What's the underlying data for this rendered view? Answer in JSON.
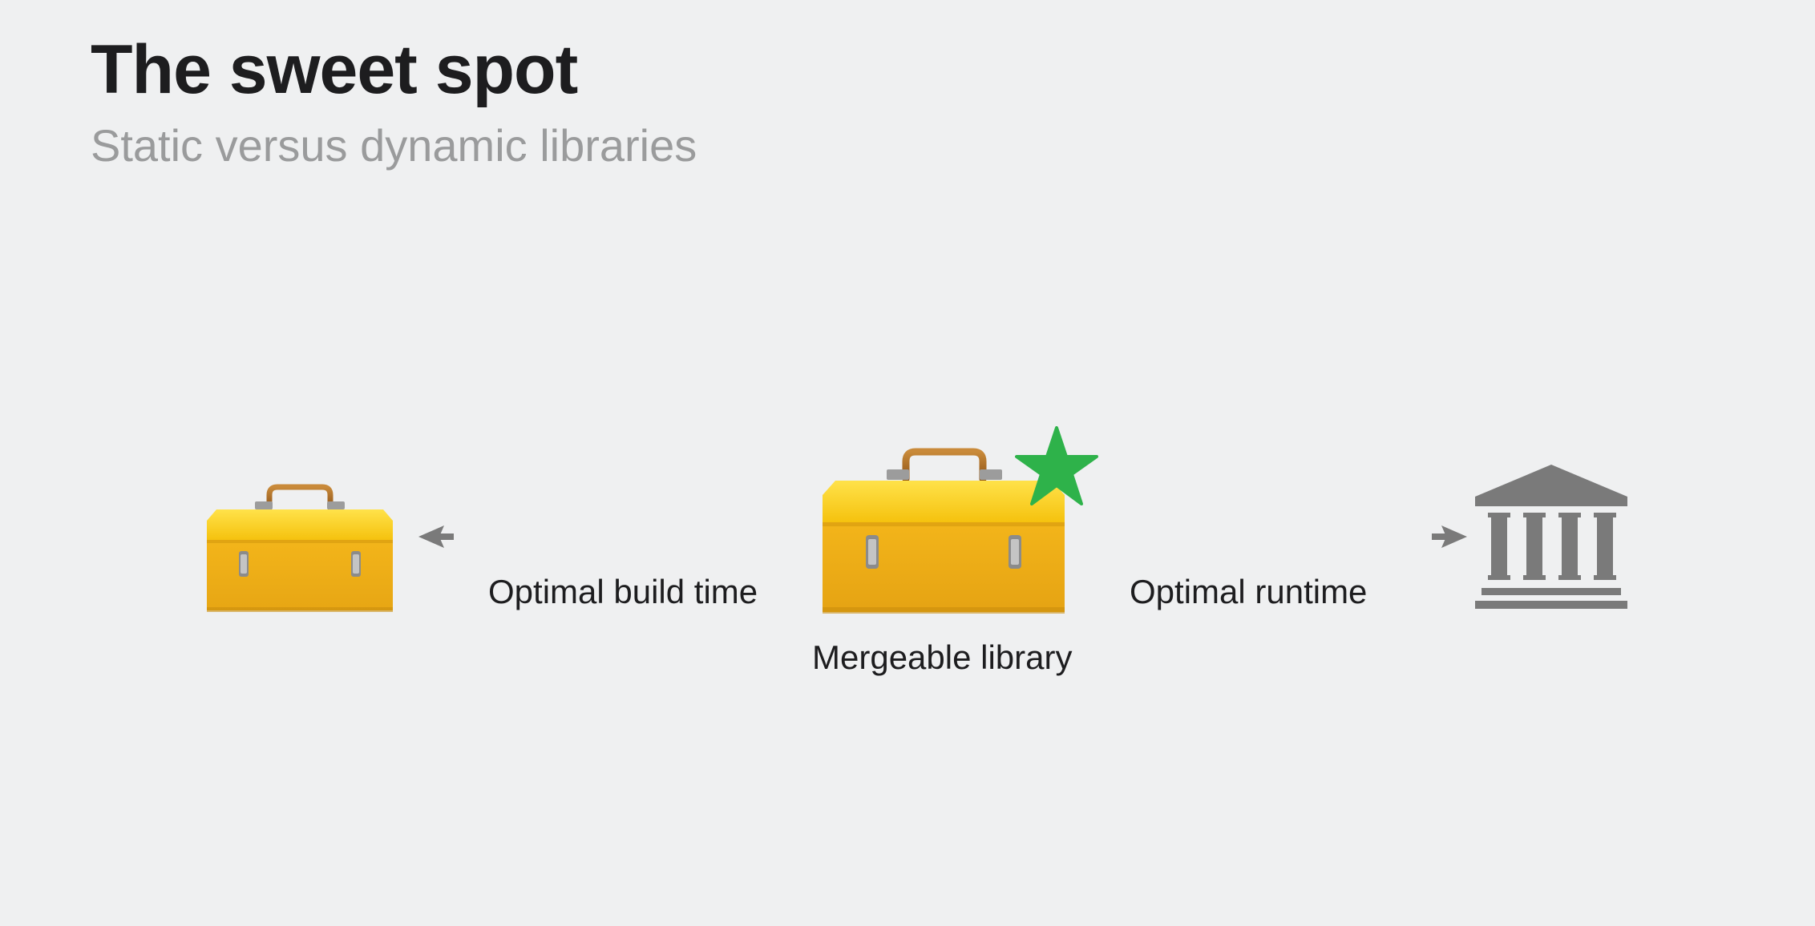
{
  "slide": {
    "title": "The sweet spot",
    "subtitle": "Static versus dynamic libraries"
  },
  "diagram": {
    "left_label": "Optimal build time",
    "center_label": "Mergeable library",
    "right_label": "Optimal runtime",
    "left_icon": "toolbox-icon",
    "center_icon": "toolbox-icon",
    "center_badge": "star-icon",
    "right_icon": "bank-building-icon",
    "left_arrow": "arrow-left-icon",
    "right_arrow": "arrow-right-icon"
  },
  "colors": {
    "background": "#eff0f1",
    "toolbox_yellow": "#f5c518",
    "toolbox_handle": "#b8732a",
    "star_green": "#2eb24a",
    "icon_gray": "#7a7a7a",
    "subtitle_gray": "#9a9b9c"
  }
}
